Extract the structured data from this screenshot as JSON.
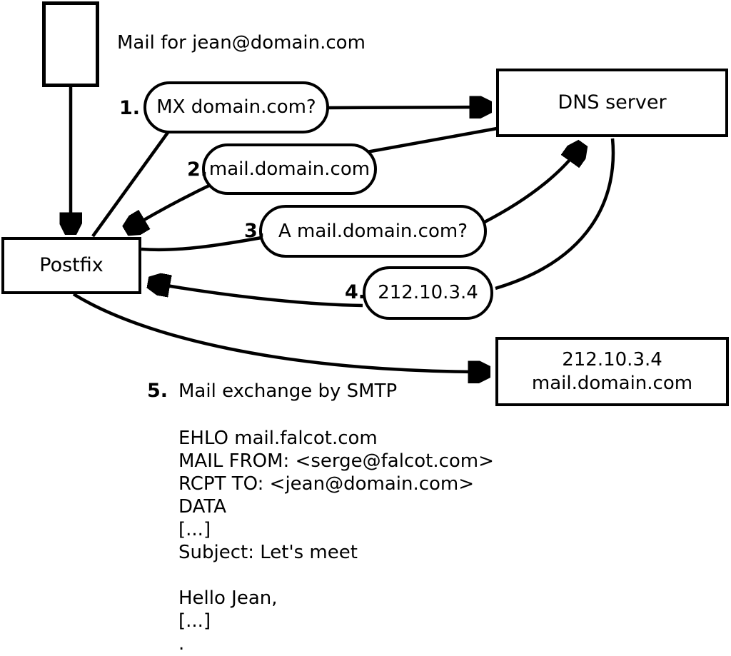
{
  "diagram": {
    "mail_note": "Mail for jean@domain.com",
    "nodes": {
      "postfix": {
        "label": "Postfix"
      },
      "dns": {
        "label": "DNS server"
      },
      "mailserver": {
        "line1": "212.10.3.4",
        "line2": "mail.domain.com"
      }
    },
    "steps": [
      {
        "num": "1.",
        "label": "MX domain.com?"
      },
      {
        "num": "2.",
        "label": "mail.domain.com"
      },
      {
        "num": "3.",
        "label": "A mail.domain.com?"
      },
      {
        "num": "4.",
        "label": "212.10.3.4"
      },
      {
        "num": "5.",
        "label": "Mail exchange by SMTP"
      }
    ],
    "smtp_session": {
      "lines": [
        "EHLO mail.falcot.com",
        "MAIL FROM: <serge@falcot.com>",
        "RCPT TO: <jean@domain.com>",
        "DATA",
        "[...]",
        "Subject: Let's meet",
        "",
        "Hello Jean,",
        "[...]",
        "."
      ]
    },
    "colors": {
      "stroke": "#000000",
      "background": "#ffffff"
    }
  }
}
